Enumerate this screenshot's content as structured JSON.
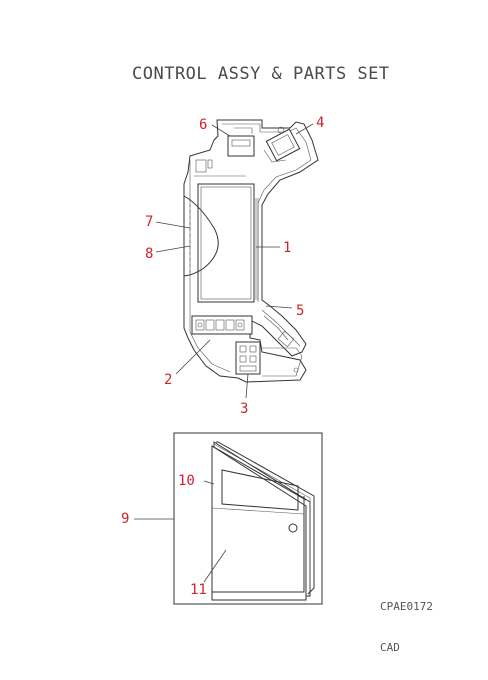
{
  "title": "CONTROL ASSY & PARTS SET",
  "callouts": {
    "c1": "1",
    "c2": "2",
    "c3": "3",
    "c4": "4",
    "c5": "5",
    "c6": "6",
    "c7": "7",
    "c8": "8",
    "c9": "9",
    "c10": "10",
    "c11": "11"
  },
  "drawing_code": "CPAE0172",
  "source": "CAD",
  "colors": {
    "callout": "#d2232a",
    "line": "#333333",
    "title": "#4a4a4a"
  }
}
